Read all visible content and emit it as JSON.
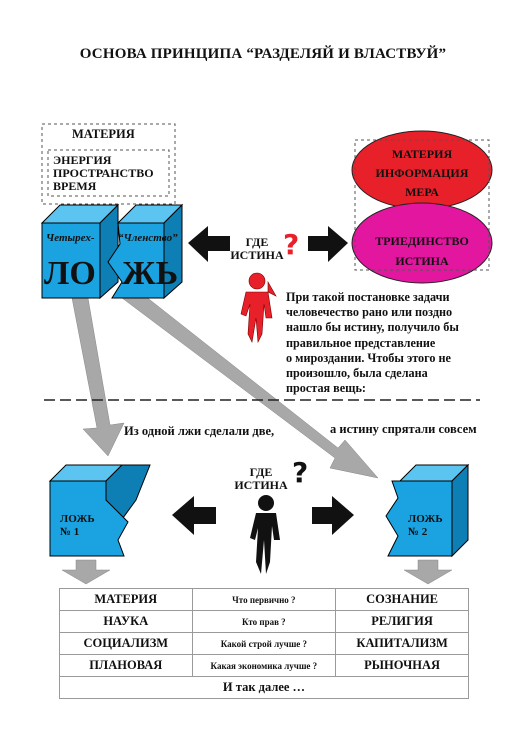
{
  "title": "ОСНОВА ПРИНЦИПА “РАЗДЕЛЯЙ И ВЛАСТВУЙ”",
  "top_left_box": {
    "heading": "МАТЕРИЯ",
    "lines": [
      "ЭНЕРГИЯ",
      "ПРОСТРАНСТВО",
      "ВРЕМЯ"
    ]
  },
  "cubes_top": {
    "left_small": "Четырех-",
    "right_small": "“Членство”",
    "left_big": "ЛО",
    "right_big": "ЖЬ"
  },
  "ellipses": {
    "top_lines": [
      "МАТЕРИЯ",
      "ИНФОРМАЦИЯ",
      "МЕРА"
    ],
    "bottom_lines": [
      "ТРИЕДИНСТВО",
      "ИСТИНА"
    ]
  },
  "question_top": [
    "ГДЕ",
    "ИСТИНА"
  ],
  "question_bottom": [
    "ГДЕ",
    "ИСТИНА"
  ],
  "question_mark": "?",
  "paragraph": [
    "При такой постановке задачи",
    "человечество рано или поздно",
    "нашло бы истину, получило бы",
    "правильное представление",
    "о мироздании. Чтобы этого не",
    "произошло, была сделана",
    "простая вещь:"
  ],
  "caption_left": "Из одной лжи сделали две,",
  "caption_right": "а истину спрятали совсем",
  "lie_left": [
    "ЛОЖЬ",
    "№ 1"
  ],
  "lie_right": [
    "ЛОЖЬ",
    "№ 2"
  ],
  "table": {
    "rows": [
      {
        "left": "МАТЕРИЯ",
        "question": "Что первично ?",
        "right": "СОЗНАНИЕ"
      },
      {
        "left": "НАУКА",
        "question": "Кто прав ?",
        "right": "РЕЛИГИЯ"
      },
      {
        "left": "СОЦИАЛИЗМ",
        "question": "Какой строй лучше ?",
        "right": "КАПИТАЛИЗМ"
      },
      {
        "left": "ПЛАНОВАЯ",
        "question": "Какая экономика лучше ?",
        "right": "РЫНОЧНАЯ"
      }
    ],
    "footer": "И так далее …"
  },
  "colors": {
    "cube_blue": "#1aa3e0",
    "cube_blue_dark": "#0d7fb5",
    "ellipse_red": "#e8202a",
    "ellipse_magenta": "#e2169f",
    "figure_red": "#e8202a",
    "arrow_gray": "#a8a8a8"
  }
}
